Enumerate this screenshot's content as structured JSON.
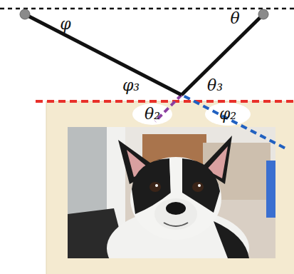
{
  "diagram": {
    "labels": [
      "φ",
      "θ",
      "φ₃",
      "θ₃",
      "θ₂",
      "φ₂"
    ]
  }
}
